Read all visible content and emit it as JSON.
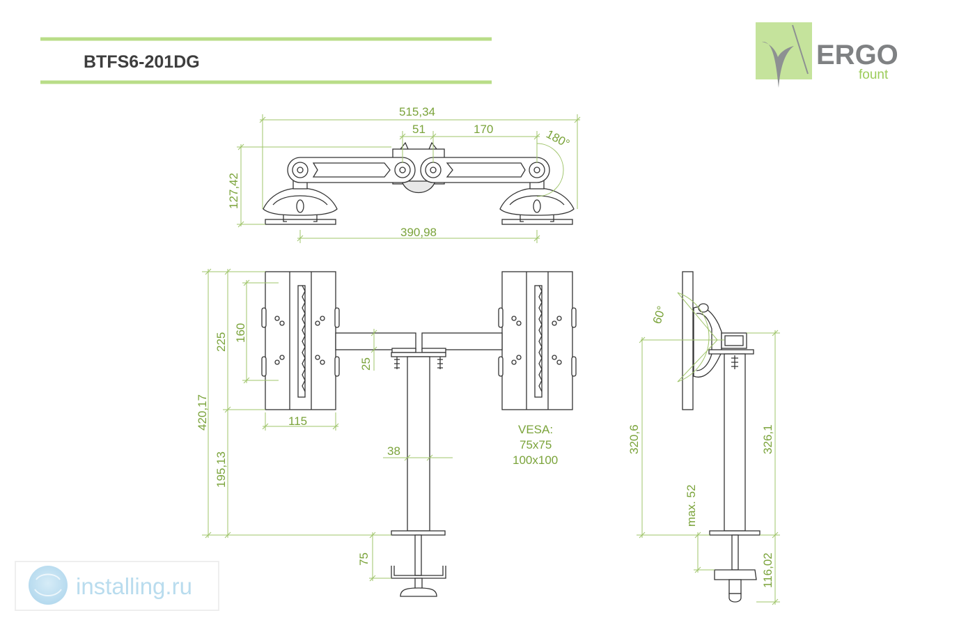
{
  "header": {
    "model": "BTFS6-201DG",
    "accent_color": "#9ccc5a"
  },
  "logo": {
    "brand": "ERGO",
    "sub": "fount",
    "mark_color": "#c5e39c"
  },
  "watermark": {
    "text": "installing.ru",
    "color": "#b9dcee"
  },
  "dimensions": {
    "top_total_width": "515,34",
    "top_pivot_gap": "51",
    "top_arm_length": "170",
    "top_rotation": "180°",
    "top_height": "127,42",
    "top_base_span": "390,98",
    "front_total_height": "420,17",
    "front_plate_height": "225",
    "front_vesa_vertical": "160",
    "front_arm_height": "25",
    "front_plate_width": "115",
    "front_pole_width": "38",
    "front_lower_height": "195,13",
    "front_clamp_height": "75",
    "side_tilt": "60°",
    "side_pole_height": "320,6",
    "side_total_height": "326,1",
    "side_max_desk": "max. 52",
    "side_clamp_depth": "116,02"
  },
  "vesa": {
    "label": "VESA:",
    "size1": "75x75",
    "size2": "100x100"
  }
}
